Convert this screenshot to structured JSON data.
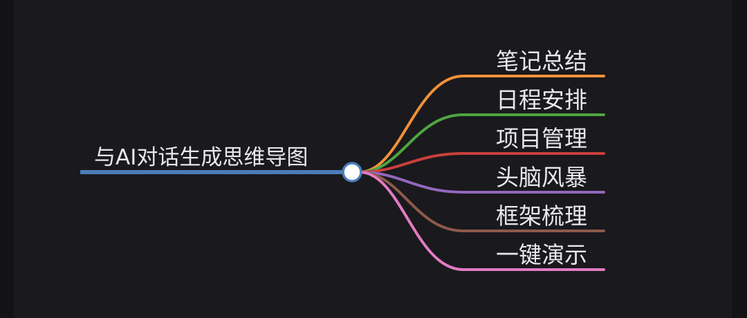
{
  "mindmap": {
    "root": {
      "label": "与AI对话生成思维导图",
      "color": "#4b7db9"
    },
    "branches": [
      {
        "label": "笔记总结",
        "color": "#f0913a"
      },
      {
        "label": "日程安排",
        "color": "#4ea640"
      },
      {
        "label": "项目管理",
        "color": "#c9403d"
      },
      {
        "label": "头脑风暴",
        "color": "#9467bd"
      },
      {
        "label": "框架梳理",
        "color": "#8c5a4b"
      },
      {
        "label": "一键演示",
        "color": "#e37bc3"
      }
    ]
  }
}
